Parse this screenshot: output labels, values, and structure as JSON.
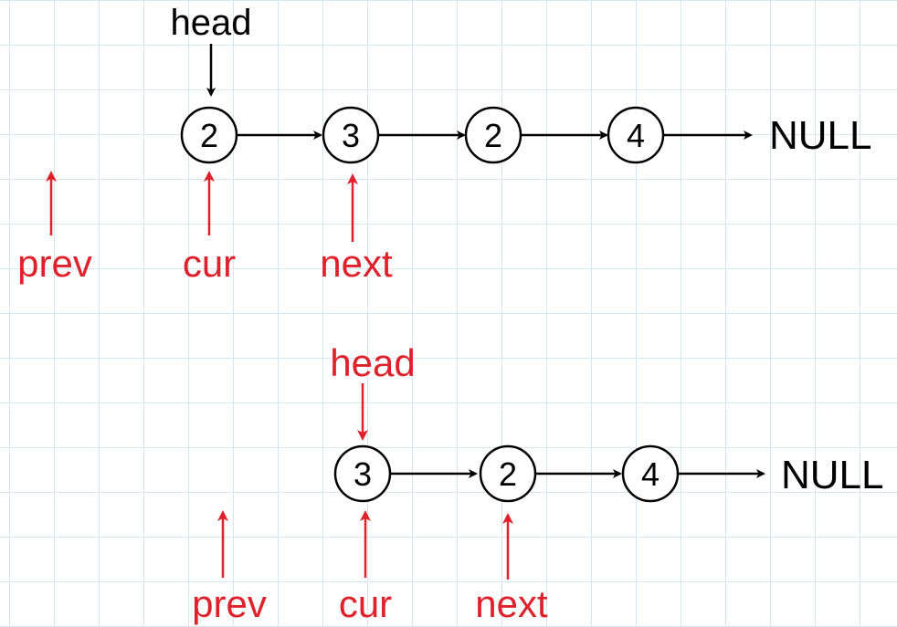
{
  "diagrams": [
    {
      "head_label": "head",
      "head_color": "#000000",
      "nodes": [
        "2",
        "3",
        "2",
        "4"
      ],
      "null_label": "NULL",
      "pointers": [
        {
          "label": "prev",
          "color": "#e0202a"
        },
        {
          "label": "cur",
          "color": "#e0202a"
        },
        {
          "label": "next",
          "color": "#e0202a"
        }
      ]
    },
    {
      "head_label": "head",
      "head_color": "#e0202a",
      "nodes": [
        "3",
        "2",
        "4"
      ],
      "null_label": "NULL",
      "pointers": [
        {
          "label": "prev",
          "color": "#e0202a"
        },
        {
          "label": "cur",
          "color": "#e0202a"
        },
        {
          "label": "next",
          "color": "#e0202a"
        }
      ]
    }
  ]
}
